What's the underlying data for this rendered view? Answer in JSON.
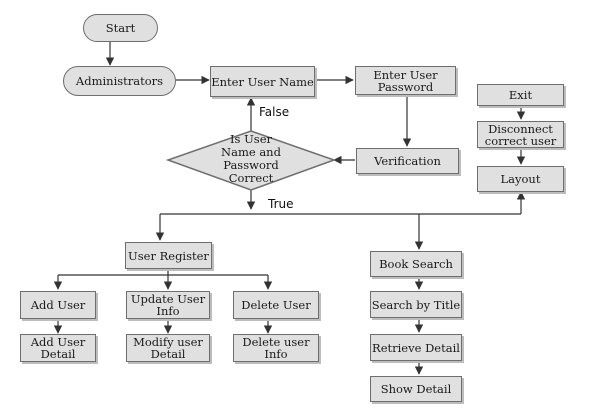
{
  "start": "Start",
  "administrators": "Administrators",
  "enter_user_name": "Enter User Name",
  "enter_user_password": "Enter User Password",
  "verification": "Verification",
  "decision": "Is User Name and Password Correct",
  "false_label": "False",
  "true_label": "True",
  "user_register": "User Register",
  "add_user": "Add User",
  "add_user_detail": "Add User Detail",
  "update_user_info": "Update User Info",
  "modify_user_detail": "Modify user Detail",
  "delete_user": "Delete User",
  "delete_user_info": "Delete user Info",
  "book_search": "Book Search",
  "search_by_title": "Search by Title",
  "retrieve_detail": "Retrieve Detail",
  "show_detail": "Show Detail",
  "exit": "Exit",
  "disconnect_correct_user": "Disconnect correct user",
  "layout": "Layout",
  "colors": {
    "node_fill": "#e0e0e0",
    "node_border": "#6e6e6e",
    "arrow": "#333333"
  }
}
